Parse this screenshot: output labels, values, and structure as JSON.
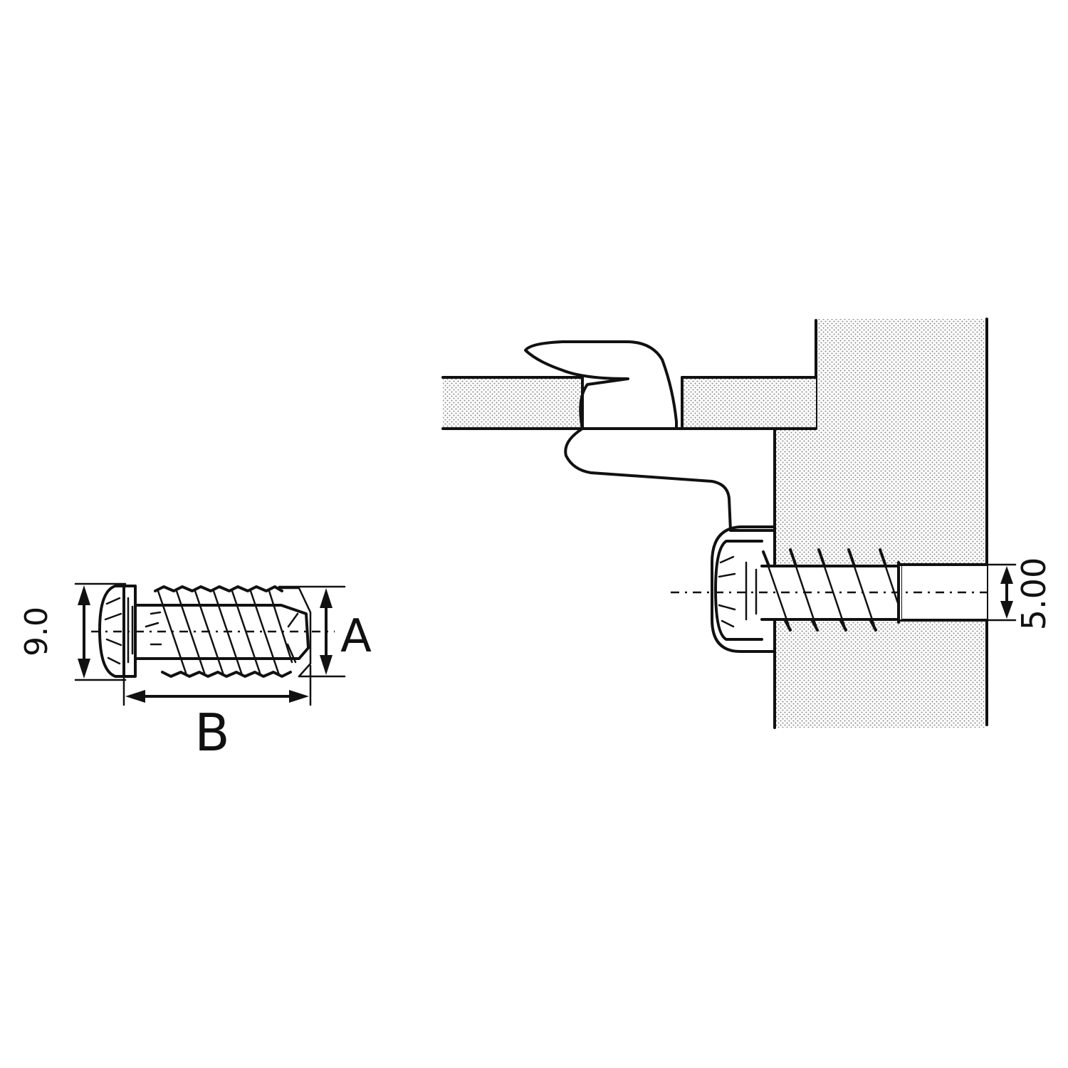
{
  "diagram": {
    "labels": {
      "height_dim": "9.0",
      "dim_a": "A",
      "dim_b": "B",
      "hole_dim": "5.00"
    },
    "colors": {
      "line": "#111111",
      "hatch_dot": "#8a8a8a",
      "background": "#ffffff"
    }
  }
}
